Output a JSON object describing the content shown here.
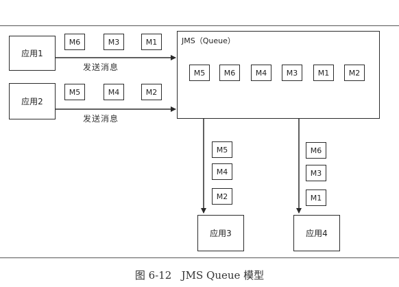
{
  "apps": {
    "app1": "应用1",
    "app2": "应用2",
    "app3": "应用3",
    "app4": "应用4"
  },
  "labels": {
    "send1": "发送消息",
    "send2": "发送消息"
  },
  "queue": {
    "title": "JMS（Queue）",
    "messages": [
      "M5",
      "M6",
      "M4",
      "M3",
      "M1",
      "M2"
    ]
  },
  "app1_outgoing": [
    "M6",
    "M3",
    "M1"
  ],
  "app2_outgoing": [
    "M5",
    "M4",
    "M2"
  ],
  "app3_incoming": [
    "M5",
    "M4",
    "M2"
  ],
  "app4_incoming": [
    "M6",
    "M3",
    "M1"
  ],
  "caption": "图 6-12   JMS Queue 模型"
}
